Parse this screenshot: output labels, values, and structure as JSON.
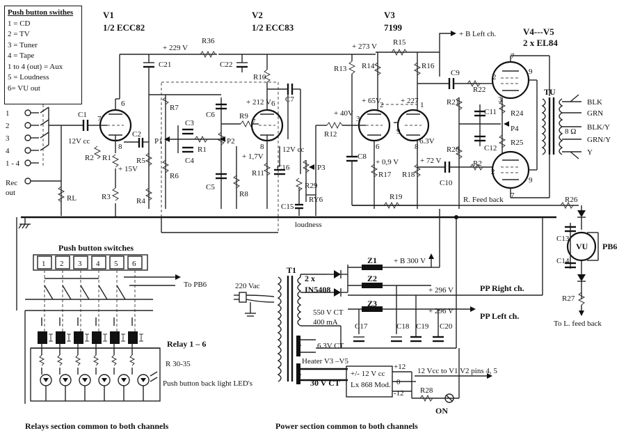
{
  "legend": {
    "title": "Push button swithes",
    "items": [
      "1 = CD",
      "2 = TV",
      "3 = Tuner",
      "4 = Tape",
      "1 to 4 (out) = Aux",
      "5 = Loudness",
      "6= VU out"
    ]
  },
  "tubes": {
    "v1": {
      "name": "V1",
      "type": "1/2 ECC82"
    },
    "v2": {
      "name": "V2",
      "type": "1/2 ECC83"
    },
    "v3": {
      "name": "V3",
      "type": "7199"
    },
    "v45": {
      "name": "V4---V5",
      "type": "2 x EL84"
    }
  },
  "voltages": {
    "v229": "+ 229 V",
    "v273": "+ 273 V",
    "v212": "+ 212 V",
    "v65": "+ 65V",
    "v227": "+ 227",
    "v40": "+ 40V",
    "v15": "+ 15V",
    "v17": "+ 1,7V",
    "v09": "+ 0,9 V",
    "v63": "6.3V",
    "v72": "+ 72 V",
    "v12vcc1": "12V cc",
    "v12vcc2": "12V cc",
    "b300": "+ B 300 V",
    "v296a": "+ 296 V",
    "v296b": "+ 296 V"
  },
  "labels": {
    "b_left": "+ B Left ch.",
    "tu": "TU",
    "blk": "BLK",
    "grn": "GRN",
    "blky": "BLK/Y",
    "grny": "GRN/Y",
    "y": "Y",
    "ohm": "8 Ω",
    "feedback": "R. Feed back",
    "loudness": "loudness",
    "pb6": "PB6",
    "vu": "VU",
    "to_l_feedback": "To L. feed back",
    "inputs": [
      "1",
      "2",
      "3",
      "4",
      "1 - 4"
    ],
    "rec_out": "Rec\nout",
    "rec": "Rec",
    "out": "out",
    "push_buttons_title": "Push button switches",
    "pb_numbers": [
      "1",
      "2",
      "3",
      "4",
      "5",
      "6"
    ],
    "to_pb6": "To PB6",
    "relay": "Relay 1 – 6",
    "r3035": "R 30-35",
    "led_label": "Push button back light LED's",
    "relays_caption": "Relays section common to both channels",
    "power_caption": "Power section common to both channels",
    "t1": "T1",
    "vac": "220 Vac",
    "diodes": "2 x\nIN5408",
    "d_line1": "2 x",
    "d_line2": "IN5408",
    "ct550": "550 V CT",
    "ma400": "400 mA",
    "ct63": "6.3V CT",
    "heater": "Heater V3 –V5",
    "ct30": "30 V CT",
    "reg1": "+/- 12 V cc",
    "reg2": "Lx 868 Mod.",
    "p12": "+12",
    "z0": "0",
    "m12": "-12",
    "vcc_v1v2": "12 Vcc to V1 V2 pins 4, 5",
    "on": "ON",
    "pp_right": "PP Right ch.",
    "pp_left": "PP Left ch.",
    "z1": "Z1",
    "z2": "Z2",
    "z3": "Z3"
  },
  "components": {
    "C1": "C1",
    "C2": "C2",
    "C3": "C3",
    "C4": "C4",
    "C5": "C5",
    "C6": "C6",
    "C7": "C7",
    "C8": "C8",
    "C9": "C9",
    "C10": "C10",
    "C11": "C11",
    "C12": "C12",
    "C13": "C13",
    "C14": "C14",
    "C15": "C15",
    "C16": "C16",
    "C17": "C17",
    "C18": "C18",
    "C19": "C19",
    "C20": "C20",
    "C21": "C21",
    "C22": "C22",
    "R1": "R1",
    "R2": "R2",
    "R3": "R3",
    "R4": "R4",
    "R5": "R5",
    "R6": "R6",
    "R7": "R7",
    "R8": "R8",
    "R9": "R9",
    "R10": "R10",
    "R11": "R11",
    "R12": "R12",
    "R13": "R13",
    "R14": "R14",
    "R15": "R15",
    "R16": "R16",
    "R17": "R17",
    "R18": "R18",
    "R19": "R19",
    "R20": "R20",
    "R21": "R21",
    "R22": "R22",
    "R24": "R24",
    "R25": "R25",
    "R26": "R26",
    "R27": "R27",
    "R28": "R28",
    "R29": "R29",
    "R36": "R36",
    "RL": "RL",
    "R2b": "R2",
    "R1b": "R1",
    "P1": "P1",
    "P2": "P2",
    "P3": "P3",
    "P4": "P4",
    "RY6": "RY6"
  },
  "pins": {
    "v1": [
      "6",
      "7",
      "8"
    ],
    "v2": [
      "6",
      "7",
      "8"
    ],
    "v3a": [
      "2",
      "3",
      "6"
    ],
    "v3b": [
      "1",
      "9",
      "8"
    ],
    "v4": [
      "7",
      "2",
      "9",
      "3"
    ],
    "v5": [
      "2",
      "9",
      "7"
    ],
    "r17pin": "6",
    "v3pin7": "7"
  }
}
